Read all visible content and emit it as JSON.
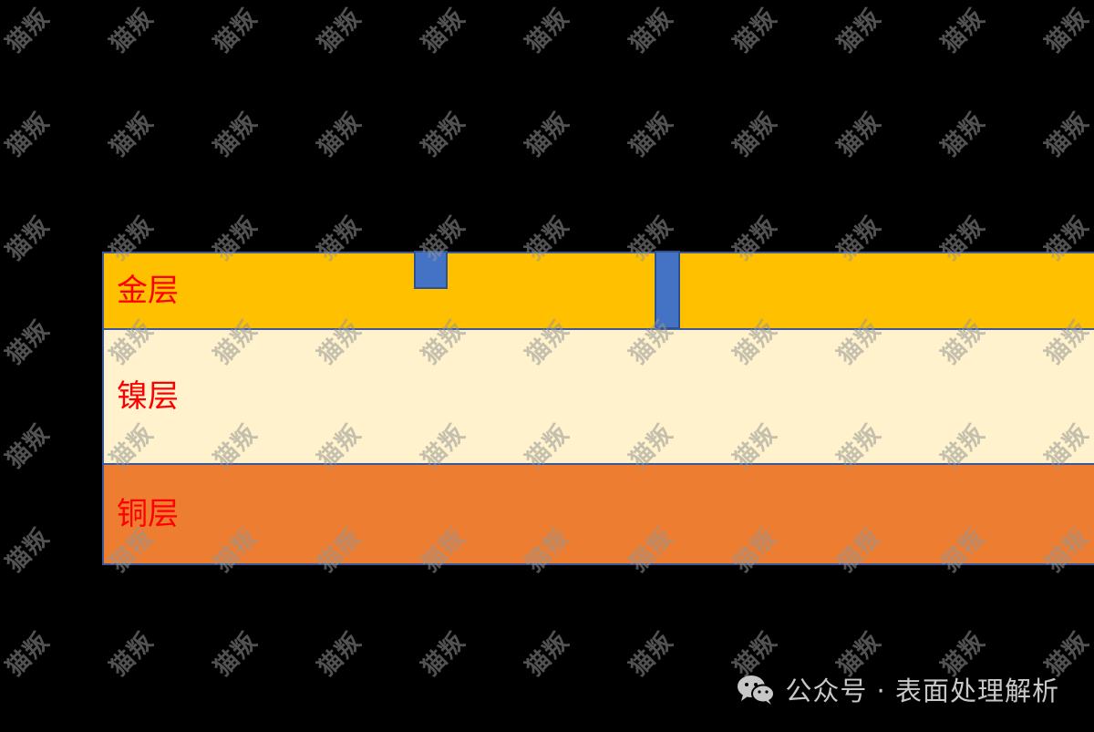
{
  "colors": {
    "background": "#000000",
    "gold": "#FFC000",
    "nickel": "#FFF2CC",
    "copper": "#ED7D31",
    "label": "#FF0000",
    "defect": "#4472C4",
    "outline": "#3B5998",
    "watermark": "#8C8C8C",
    "footer_text": "#C8C8C8"
  },
  "layers": [
    {
      "id": "gold",
      "label": "金层"
    },
    {
      "id": "nickel",
      "label": "镍层"
    },
    {
      "id": "copper",
      "label": "铜层"
    }
  ],
  "watermark": {
    "text": "猫叛"
  },
  "footer": {
    "icon": "wechat-icon",
    "text": "公众号 · 表面处理解析"
  }
}
